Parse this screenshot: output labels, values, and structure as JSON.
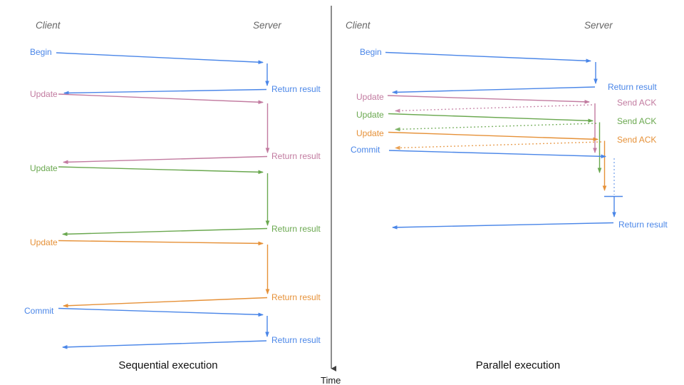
{
  "colors": {
    "blue": "#4a86e8",
    "light_blue": "#6d9eeb",
    "pink": "#c27ba0",
    "green": "#6aa84f",
    "orange": "#e69138",
    "header_gray": "#666666",
    "axis_gray": "#404040",
    "caption_black": "#111111"
  },
  "panels": {
    "left": {
      "client_header": "Client",
      "server_header": "Server",
      "caption": "Sequential execution",
      "messages": [
        {
          "label": "Begin",
          "response": "Return result",
          "color": "blue"
        },
        {
          "label": "Update",
          "response": "Return result",
          "color": "pink"
        },
        {
          "label": "Update",
          "response": "Return result",
          "color": "green"
        },
        {
          "label": "Update",
          "response": "Return result",
          "color": "orange"
        },
        {
          "label": "Commit",
          "response": "Return result",
          "color": "blue"
        }
      ]
    },
    "right": {
      "client_header": "Client",
      "server_header": "Server",
      "caption": "Parallel execution",
      "messages": [
        {
          "label": "Begin",
          "response": "Return result",
          "color": "blue"
        },
        {
          "label": "Update",
          "response": "Send ACK",
          "color": "pink"
        },
        {
          "label": "Update",
          "response": "Send ACK",
          "color": "green"
        },
        {
          "label": "Update",
          "response": "Send ACK",
          "color": "orange"
        },
        {
          "label": "Commit",
          "response": "Return result",
          "color": "blue"
        }
      ]
    }
  },
  "time_axis": {
    "label": "Time"
  }
}
